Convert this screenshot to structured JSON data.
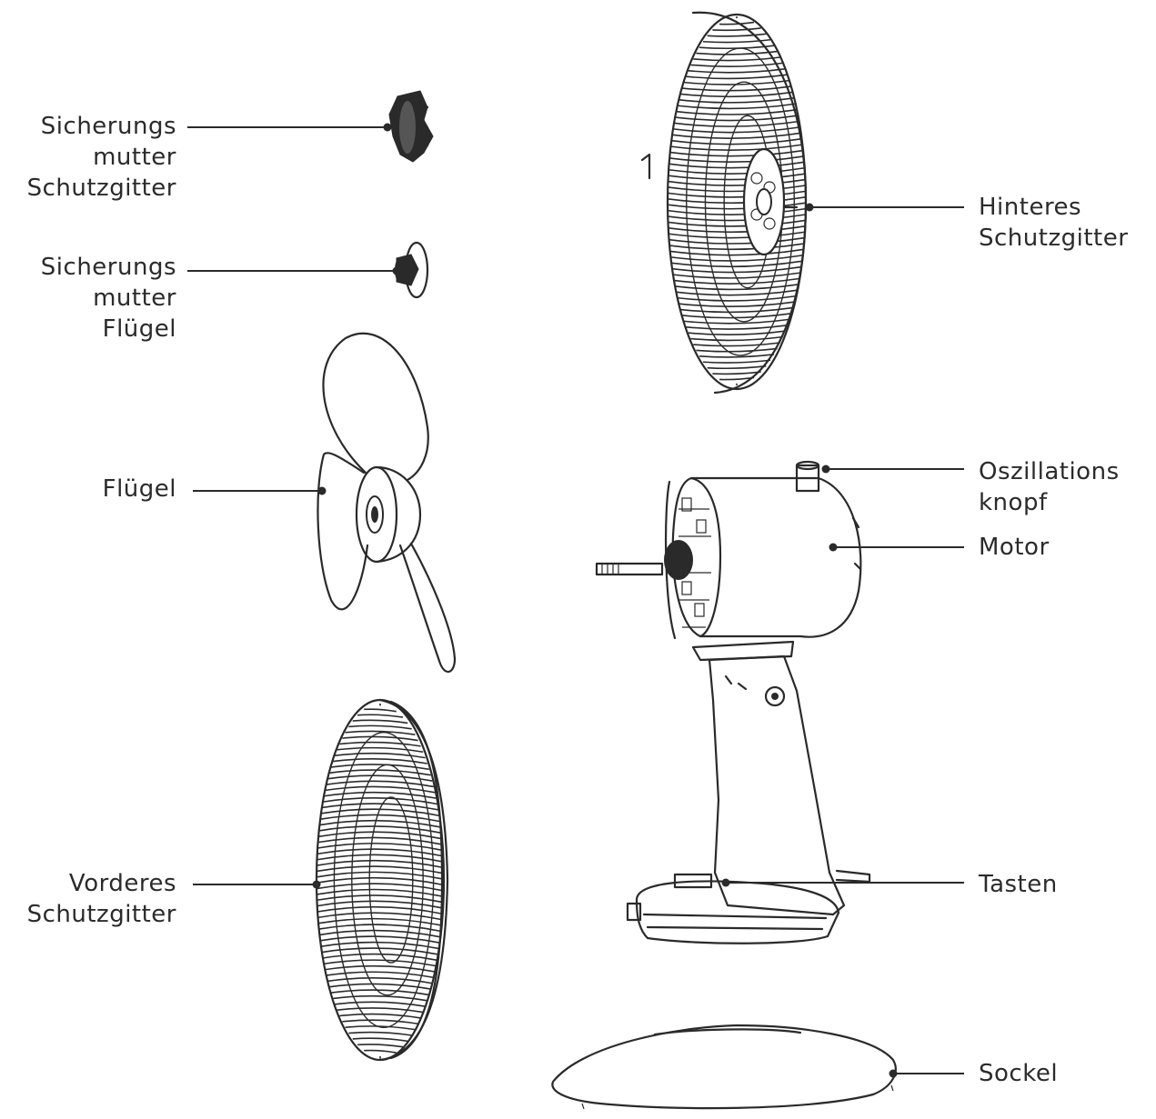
{
  "labels": {
    "lock_nut_guard": [
      "Sicherungs",
      "mutter",
      "Schutzgitter"
    ],
    "lock_nut_blade": [
      "Sicherungs",
      "mutter",
      "Flügel"
    ],
    "blade": [
      "Flügel"
    ],
    "front_guard": [
      "Vorderes",
      "Schutzgitter"
    ],
    "rear_guard": [
      "Hinteres",
      "Schutzgitter"
    ],
    "oscillation_knob": [
      "Oszillations",
      "knopf"
    ],
    "motor": [
      "Motor"
    ],
    "buttons": [
      "Tasten"
    ],
    "base": [
      "Sockel"
    ]
  },
  "colors": {
    "ink": "#2a2a2a",
    "text": "#2b2b2b",
    "background": "#ffffff"
  }
}
